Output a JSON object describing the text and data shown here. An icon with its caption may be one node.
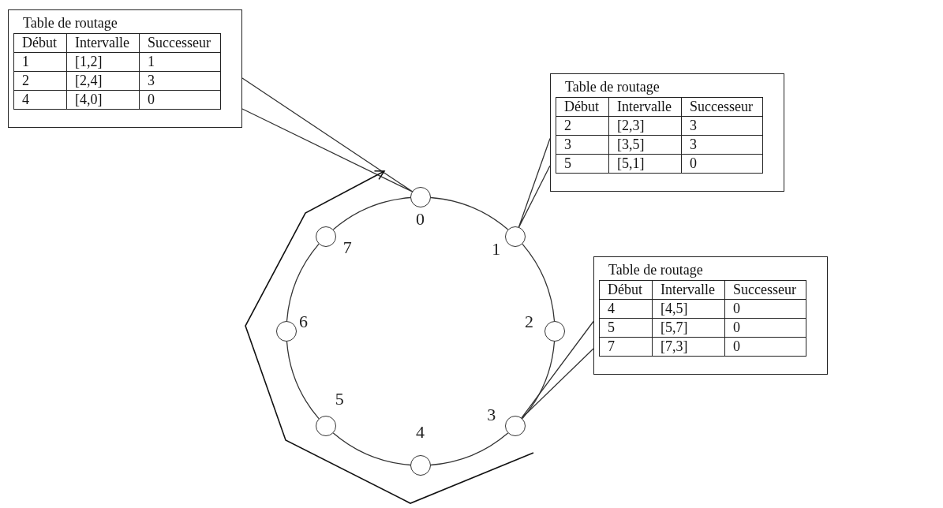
{
  "diagram": {
    "nodes": [
      {
        "text": [
          "Table de routage",
          "Début",
          "Intervalle",
          "Successeur",
          "1",
          "[1,2]",
          "1",
          "2",
          "[2,4]",
          "3",
          "4",
          "[4,0]",
          "0"
        ]
      },
      {
        "text": [
          "Table de routage",
          "Début",
          "Intervalle",
          "Successeur",
          "2",
          "[2,3]",
          "3",
          "3",
          "[3,5]",
          "3",
          "5",
          "[5,1]",
          "0"
        ]
      },
      {
        "text": [
          "Table de routage",
          "Début",
          "Intervalle",
          "Successeur",
          "4",
          "[4,5]",
          "0",
          "5",
          "[5,7]",
          "0",
          "7",
          "[7,3]",
          "0"
        ]
      },
      {
        "text": [],
        "shape": "circle",
        "beside": [
          "0"
        ]
      },
      {
        "text": [],
        "shape": "circle",
        "beside": [
          "1"
        ]
      },
      {
        "text": [],
        "shape": "circle",
        "beside": [
          "2"
        ]
      },
      {
        "text": [],
        "shape": "circle",
        "beside": [
          "3"
        ]
      },
      {
        "text": [],
        "shape": "circle",
        "beside": [
          "4"
        ]
      },
      {
        "text": [],
        "shape": "circle",
        "beside": [
          "5"
        ]
      },
      {
        "text": [],
        "shape": "circle",
        "beside": [
          "6"
        ]
      },
      {
        "text": [],
        "shape": "circle",
        "beside": [
          "7"
        ]
      }
    ],
    "edges": [
      {
        "from": 0,
        "to": 3,
        "arrow": "none"
      },
      {
        "from": 1,
        "to": 4,
        "arrow": "none"
      },
      {
        "from": 2,
        "to": 6,
        "arrow": "none"
      },
      {
        "from": 3,
        "to": 4,
        "arrow": "none"
      },
      {
        "from": 4,
        "to": 5,
        "arrow": "none"
      },
      {
        "from": 5,
        "to": 6,
        "arrow": "none"
      },
      {
        "from": 6,
        "to": 7,
        "arrow": "none"
      },
      {
        "from": 7,
        "to": 8,
        "arrow": "none"
      },
      {
        "from": 8,
        "to": 9,
        "arrow": "none"
      },
      {
        "from": 9,
        "to": 10,
        "arrow": "none"
      },
      {
        "from": 10,
        "to": 3,
        "arrow": "none"
      },
      {
        "from": null,
        "to": 3,
        "arrow": "to"
      }
    ]
  }
}
